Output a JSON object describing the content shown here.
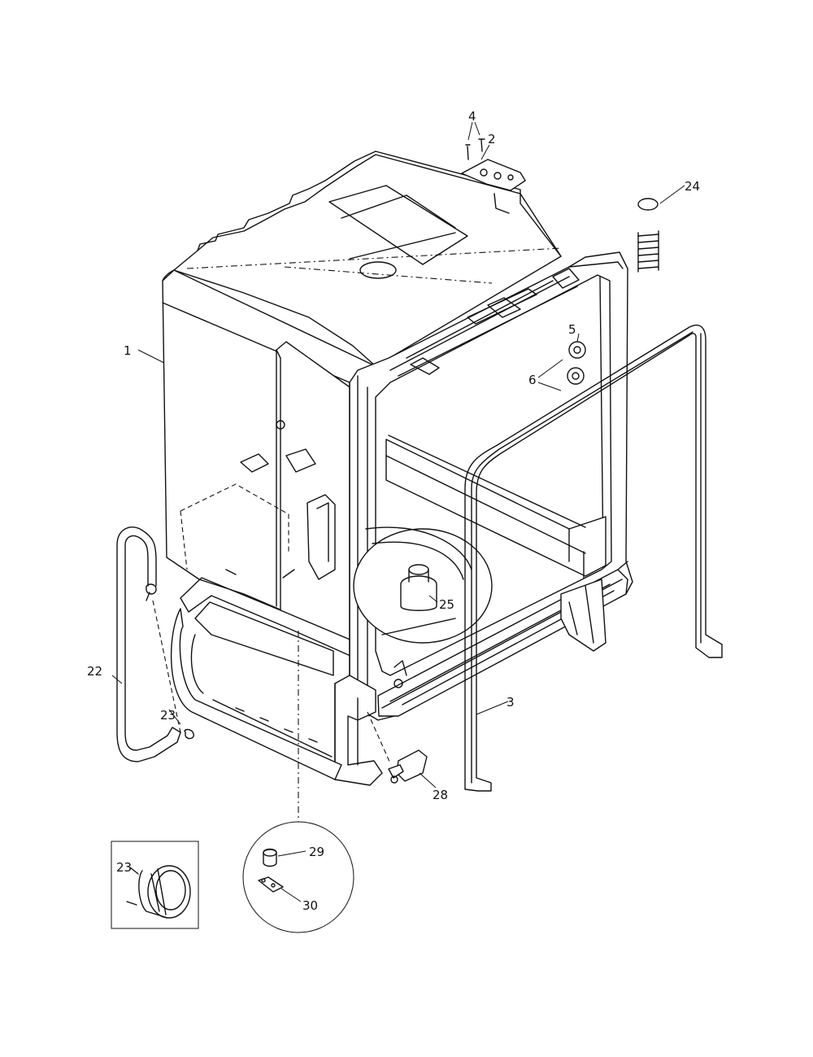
{
  "diagram": {
    "callouts": {
      "p1": "1",
      "p2": "2",
      "p3": "3",
      "p4": "4",
      "p5": "5",
      "p6": "6",
      "p22": "22",
      "p23": "23",
      "p24": "24",
      "p25": "25",
      "p28": "28",
      "p29": "29",
      "p30": "30",
      "p23_detail": "23"
    }
  }
}
